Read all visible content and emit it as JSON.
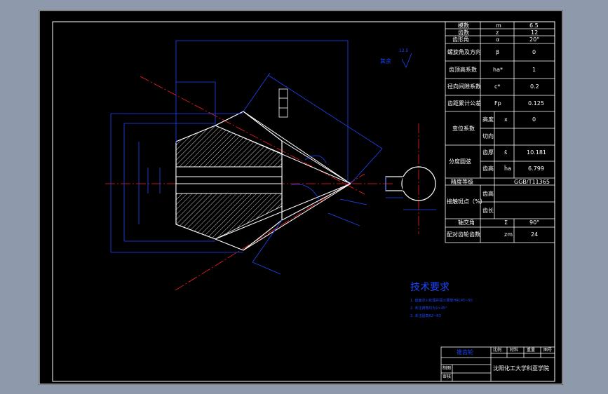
{
  "colors": {
    "page_background": "#8e9aab",
    "sheet_background": "#000000",
    "frame": "#ffffff",
    "dimension": "#1e46ff",
    "centerline": "#ff1e1e",
    "part_outline": "#ffffff"
  },
  "gear_table": {
    "rows": [
      {
        "name": "模数",
        "symbol": "m",
        "value": "6.5"
      },
      {
        "name": "齿数",
        "symbol": "z",
        "value": "12"
      },
      {
        "name": "齿形角",
        "symbol": "α",
        "value": "20°"
      },
      {
        "name": "螺旋角及方向",
        "symbol": "β",
        "value": "0"
      },
      {
        "name": "齿顶高系数",
        "symbol": "ha*",
        "value": "1"
      },
      {
        "name": "径向间隙系数",
        "symbol": "c*",
        "value": "0.2"
      },
      {
        "name": "齿距累计公差",
        "symbol": "Fp",
        "value": "0.125"
      },
      {
        "name": "变位系数",
        "sub": [
          "高度",
          "切向"
        ],
        "symbol": "x",
        "value": "0"
      },
      {
        "name": "分度圆弦",
        "sub": [
          "齿厚",
          "齿高"
        ],
        "symbols": [
          "s̄",
          "h̄a"
        ],
        "values": [
          "10.181",
          "6.799"
        ]
      },
      {
        "name": "精度等级",
        "value": "GGB/T11365"
      },
      {
        "name": "接触斑点（%）",
        "sub": [
          "齿高",
          "齿长"
        ]
      },
      {
        "name": "轴交角",
        "symbol": "Σ",
        "value": "90°"
      },
      {
        "name": "配对齿轮齿数",
        "symbol": "zm",
        "value": "24"
      }
    ]
  },
  "notes": {
    "title": "技术要求",
    "items": [
      "1. 齿面淬火处理并回火硬度HRC45~50",
      "2. 未注倒角均为1×45°",
      "3. 未注圆角R2~R3"
    ]
  },
  "title_block": {
    "drawing_name": "锥齿轮",
    "drawn_by": "制图",
    "checked_by": "审核",
    "columns": [
      "比例",
      "材料",
      "重量",
      "图号"
    ],
    "school": "沈阳化工大学科亚学院"
  },
  "annotations": {
    "roughness_rest": "其余",
    "roughness_value": "12.5"
  }
}
